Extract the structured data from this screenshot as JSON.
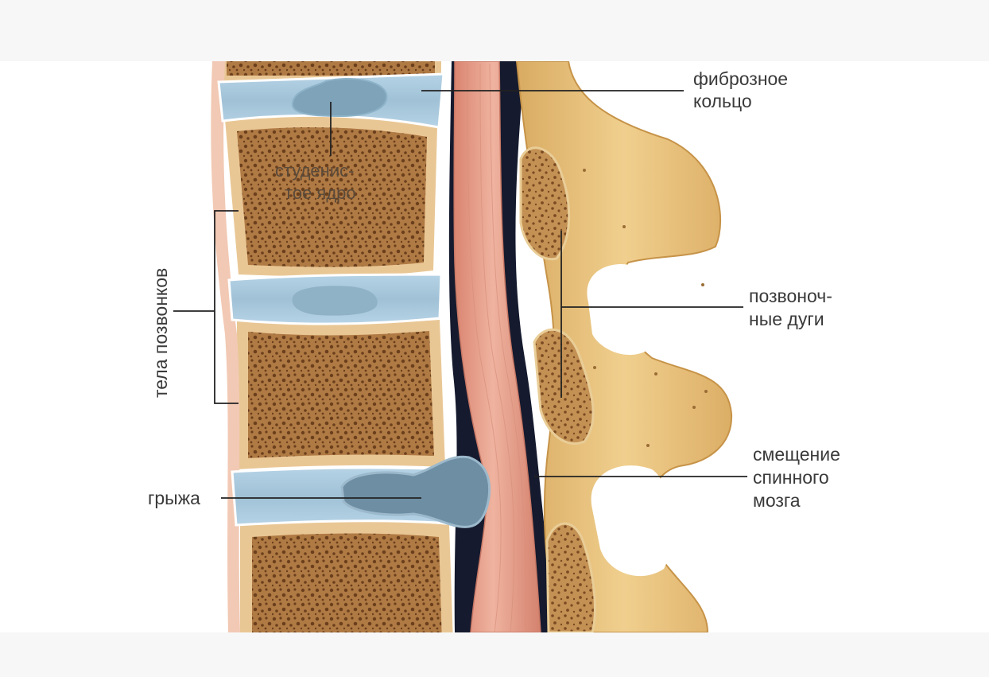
{
  "diagram": {
    "labels": {
      "fibrous_ring": [
        "фиброзное",
        "кольцо"
      ],
      "nucleus": [
        "студенис-",
        "тое ядро"
      ],
      "vertebral_bodies": "тела позвонков",
      "vertebral_arches": [
        "позвоноч-",
        "ные дуги"
      ],
      "hernia": "грыжа",
      "cord_displacement": [
        "смещение",
        "спинного",
        "мозга"
      ]
    },
    "colors": {
      "background": "#f7f7f7",
      "panel": "#ffffff",
      "bone_body": "#a8743f",
      "bone_pore": "#6e4320",
      "bone_cortex": "#e9c795",
      "disc": "#a9c8dc",
      "nucleus": "#7fa3b8",
      "spinal_cord": "#e6a08c",
      "canal": "#151a2e",
      "arch_bone": "#e8c47e"
    }
  }
}
